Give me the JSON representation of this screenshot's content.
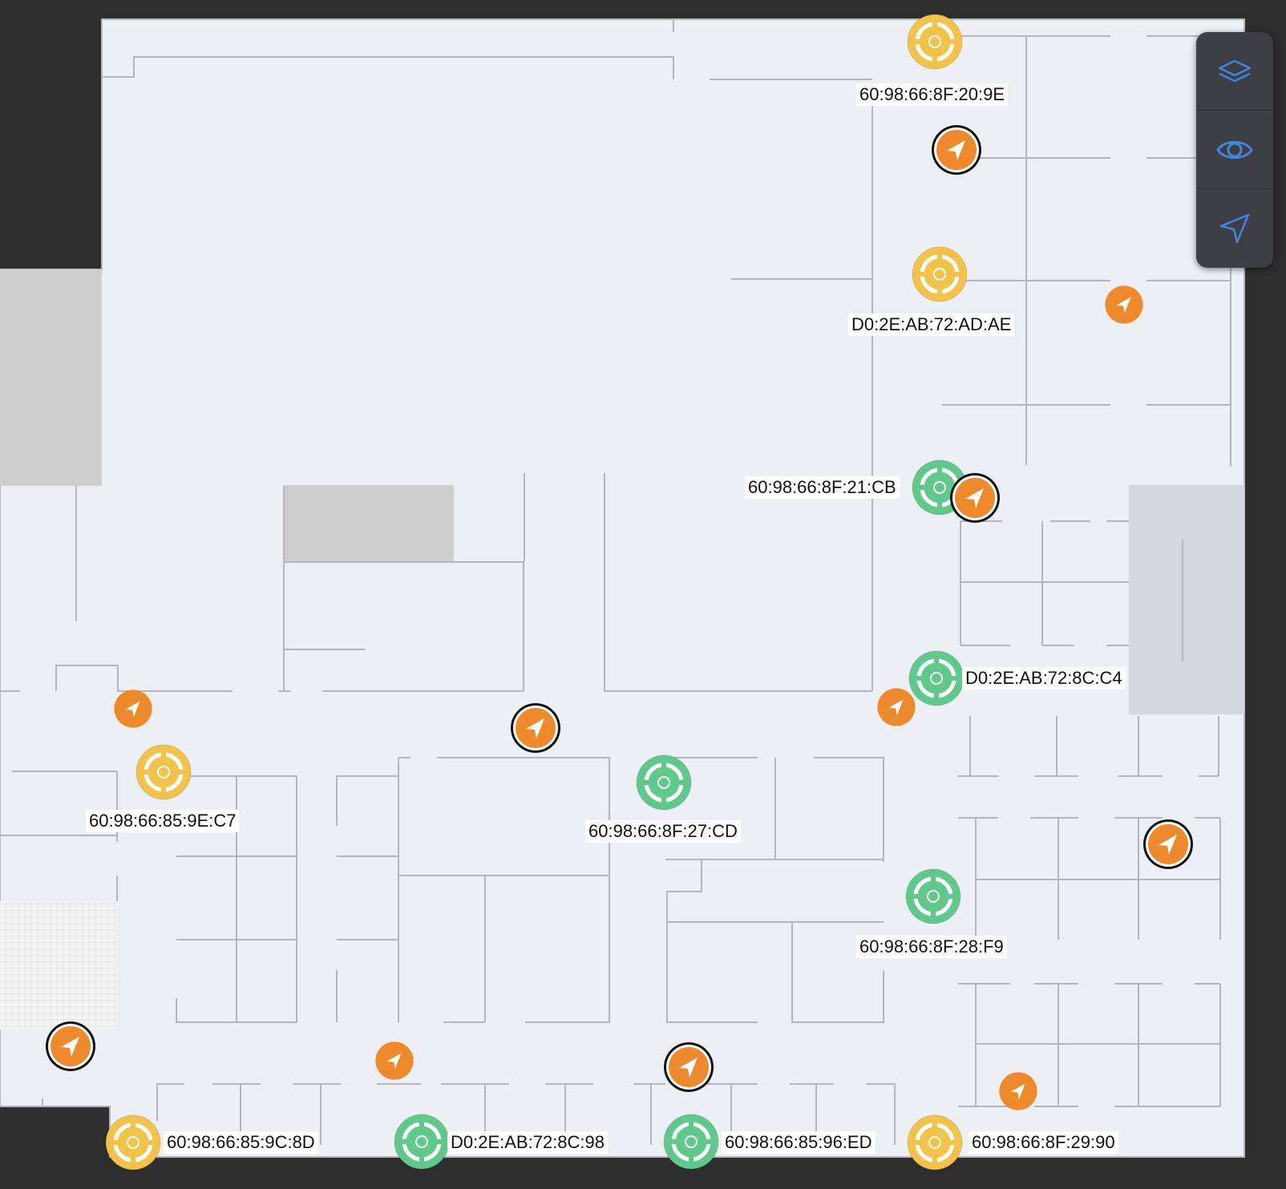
{
  "colors": {
    "background": "#2e2e2e",
    "floor": "#ecf0f5",
    "wall": "#b4b6ba",
    "beacon_yellow": "#f2c249",
    "beacon_green": "#5fc98a",
    "nav_orange": "#ee8a2c",
    "toolbar": "#3d3f44",
    "toolbar_icon": "#3f86e0"
  },
  "toolbar": {
    "buttons": [
      {
        "icon": "layers-icon"
      },
      {
        "icon": "eye-icon"
      },
      {
        "icon": "navigation-arrow-icon"
      }
    ]
  },
  "beacons": [
    {
      "label": "60:98:66:8F:20:9E",
      "status": "yellow"
    },
    {
      "label": "D0:2E:AB:72:AD:AE",
      "status": "yellow"
    },
    {
      "label": "60:98:66:8F:21:CB",
      "status": "green"
    },
    {
      "label": "D0:2E:AB:72:8C:C4",
      "status": "green"
    },
    {
      "label": "60:98:66:85:9E:C7",
      "status": "yellow"
    },
    {
      "label": "60:98:66:8F:27:CD",
      "status": "green"
    },
    {
      "label": "60:98:66:8F:28:F9",
      "status": "green"
    },
    {
      "label": "60:98:66:85:9C:8D",
      "status": "yellow"
    },
    {
      "label": "D0:2E:AB:72:8C:98",
      "status": "green"
    },
    {
      "label": "60:98:66:85:96:ED",
      "status": "green"
    },
    {
      "label": "60:98:66:8F:29:90",
      "status": "yellow"
    }
  ],
  "navigation_markers": [
    {
      "icon": "navigation-arrow-icon",
      "selected": true
    },
    {
      "icon": "navigation-arrow-icon",
      "selected": false
    },
    {
      "icon": "navigation-arrow-icon",
      "selected": true
    },
    {
      "icon": "navigation-arrow-icon",
      "selected": false
    },
    {
      "icon": "navigation-arrow-icon",
      "selected": true
    },
    {
      "icon": "navigation-arrow-icon",
      "selected": false
    },
    {
      "icon": "navigation-arrow-icon",
      "selected": true
    },
    {
      "icon": "navigation-arrow-icon",
      "selected": true
    },
    {
      "icon": "navigation-arrow-icon",
      "selected": false
    },
    {
      "icon": "navigation-arrow-icon",
      "selected": true
    },
    {
      "icon": "navigation-arrow-icon",
      "selected": false
    }
  ]
}
